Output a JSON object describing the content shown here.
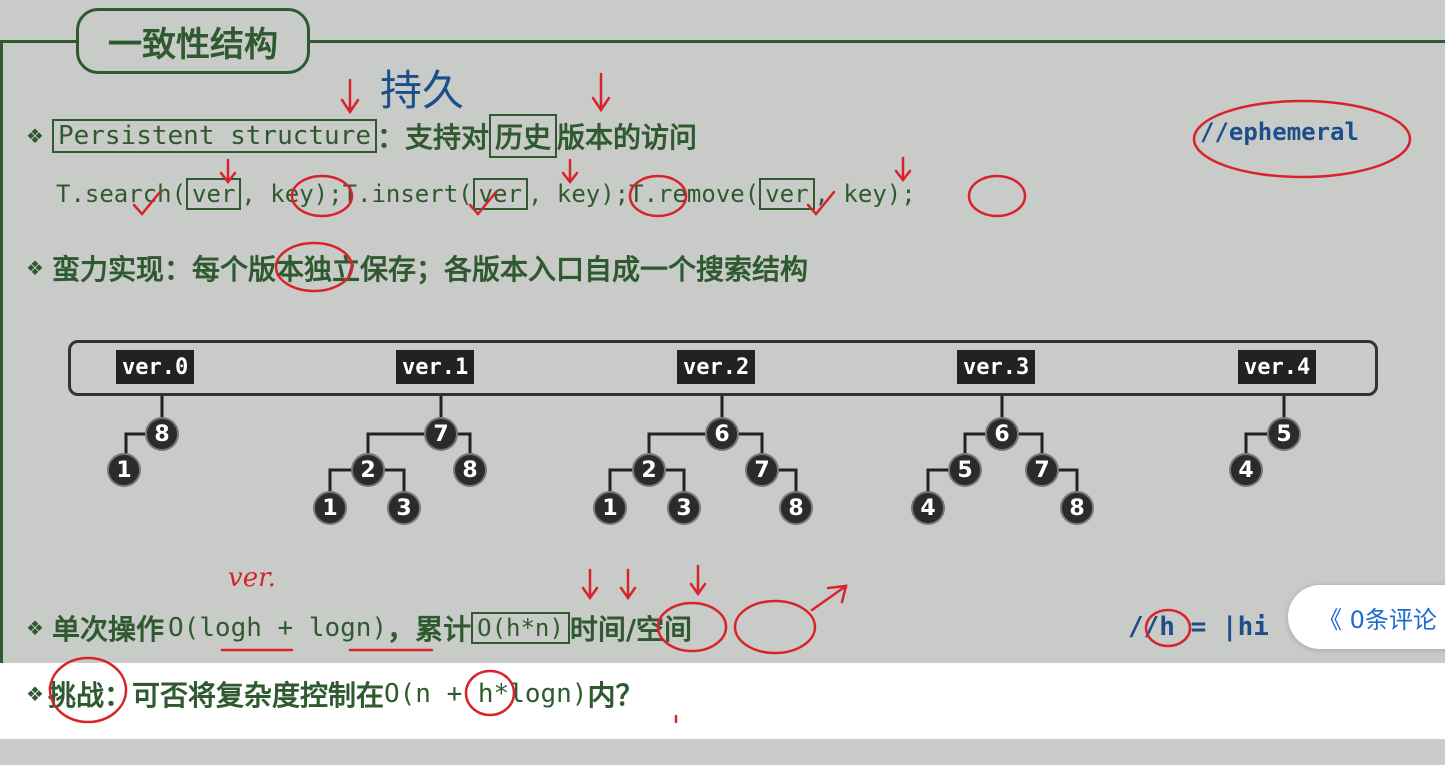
{
  "slide": {
    "title": "一致性结构",
    "line1": {
      "persistent": "Persistent structure",
      "text_a": "：支持对",
      "history": "历史",
      "text_b": "版本的访问",
      "ephemeral": "//ephemeral"
    },
    "line2": {
      "part1": "T.search(",
      "ver": "ver",
      "comma_key": ", key);",
      "part2": " T.insert(",
      "part3": " T.remove("
    },
    "line3": "蛮力实现：每个版本独立保存；各版本入口自成一个搜索结构",
    "versions": [
      "ver.0",
      "ver.1",
      "ver.2",
      "ver.3",
      "ver.4"
    ],
    "line4": {
      "single": "单次操作",
      "complexity": "O(logh + logn)",
      "accum": "，累计",
      "hn": "O(h*n)",
      "timespace": "时间/空间",
      "hint": "//h = |hi"
    },
    "line5": {
      "challenge": "挑战",
      "text": "：可否将复杂度控制在",
      "formula": "O(n + h*logn)",
      "tail": "内？"
    },
    "handwriting": {
      "chijiu": "持久",
      "ver": "ver."
    }
  },
  "comment_button": {
    "label": "《 0条评论"
  },
  "colors": {
    "slide_bg": "#c9cbc9",
    "green": "#2f5a2f",
    "red_ink": "#d8232a",
    "blue_ink": "#1c4e8a"
  }
}
